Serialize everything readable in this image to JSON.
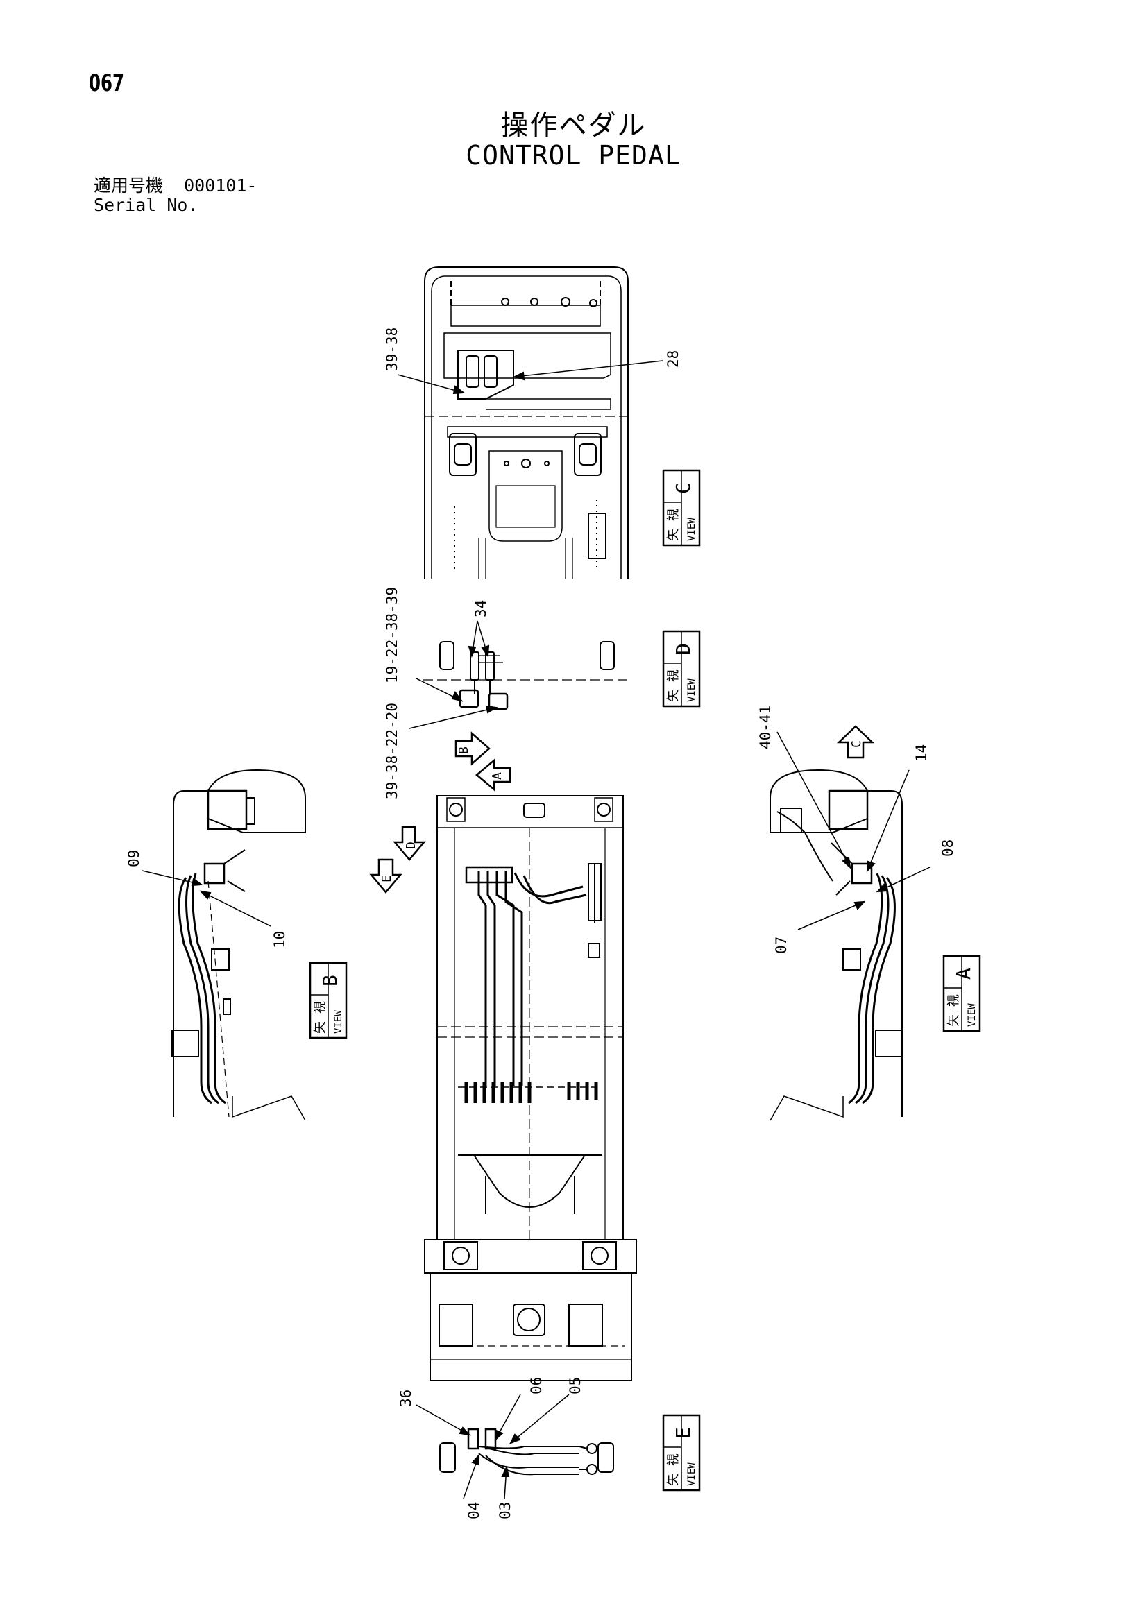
{
  "header": {
    "page_number": "067",
    "title_jp": "操作ペダル",
    "title_en": "CONTROL PEDAL",
    "serial_label_jp": "適用号機",
    "serial_value": "000101-",
    "serial_label_en": "Serial No."
  },
  "view_boxes": [
    {
      "id": "C",
      "jp": "矢 視",
      "en": "VIEW",
      "letter": "C"
    },
    {
      "id": "D",
      "jp": "矢 視",
      "en": "VIEW",
      "letter": "D"
    },
    {
      "id": "B",
      "jp": "矢 視",
      "en": "VIEW",
      "letter": "B"
    },
    {
      "id": "A",
      "jp": "矢 視",
      "en": "VIEW",
      "letter": "A"
    },
    {
      "id": "E",
      "jp": "矢 視",
      "en": "VIEW",
      "letter": "E"
    }
  ],
  "direction_arrows": [
    "B",
    "A",
    "D",
    "E",
    "C"
  ],
  "callouts": {
    "c39_38": "39-38",
    "c28": "28",
    "c19_22_38_39": "19-22-38-39",
    "c34": "34",
    "c39_38_22_20": "39-38-22-20",
    "c40_41": "40-41",
    "c14": "14",
    "c08": "08",
    "c07": "07",
    "c09": "09",
    "c10": "10",
    "c36": "36",
    "c06": "06",
    "c05": "05",
    "c04": "04",
    "c03": "03"
  }
}
